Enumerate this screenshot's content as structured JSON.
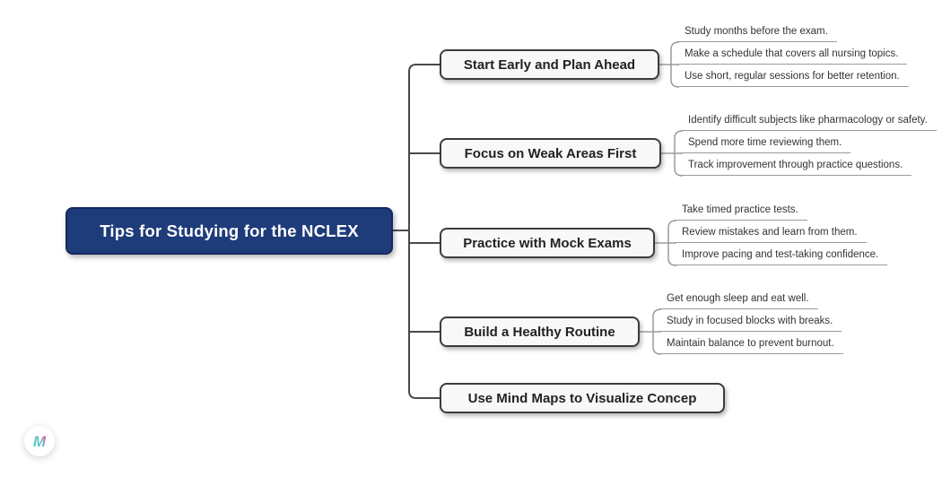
{
  "root": {
    "label": "Tips for Studying for the NCLEX"
  },
  "branches": [
    {
      "label": "Start Early and Plan Ahead",
      "children": [
        "Study months before the exam.",
        "Make a schedule that covers all nursing topics.",
        "Use short, regular sessions for better retention."
      ]
    },
    {
      "label": "Focus on Weak Areas First",
      "children": [
        "Identify difficult subjects like pharmacology or safety.",
        "Spend more time reviewing them.",
        "Track improvement through practice questions."
      ]
    },
    {
      "label": "Practice with Mock Exams",
      "children": [
        "Take timed practice tests.",
        "Review mistakes and learn from them.",
        "Improve pacing and test-taking confidence."
      ]
    },
    {
      "label": "Build a Healthy Routine",
      "children": [
        "Get enough sleep and eat well.",
        "Study in focused blocks with breaks.",
        "Maintain balance to prevent burnout."
      ]
    },
    {
      "label": "Use Mind Maps to Visualize Concep",
      "children": []
    }
  ],
  "logo": {
    "glyph": "M"
  },
  "colors": {
    "root_fill": "#1e3b7a",
    "root_border": "#16295f",
    "root_text": "#ffffff",
    "branch_fill": "#f8f8f8",
    "branch_border": "#3c3c3c",
    "trunk_line": "#4a4a4a",
    "leaf_line": "#9b9b9b",
    "logo_teal": "#2fd5b5",
    "logo_pink": "#ef4b9b"
  }
}
